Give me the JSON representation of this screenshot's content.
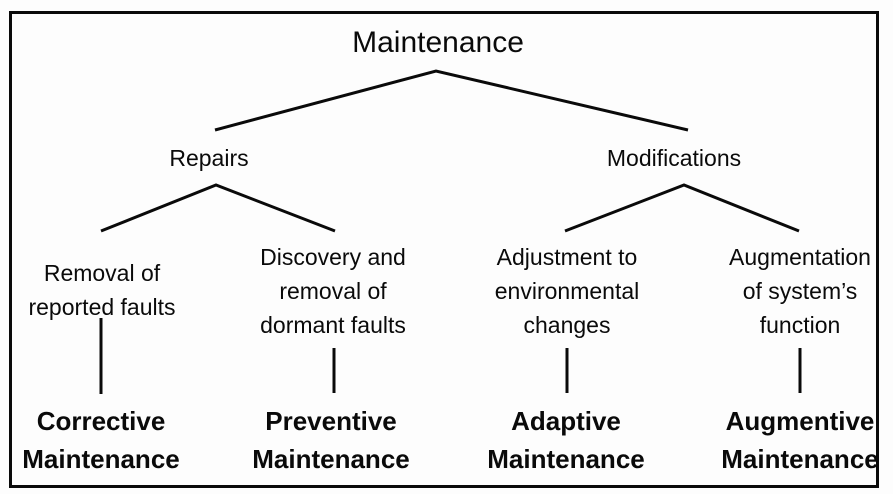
{
  "figure": {
    "background": "#fdfdfd",
    "line_color": "#0a0a0a",
    "text_color": "#0a0a0a"
  },
  "tree": {
    "root": "Maintenance",
    "level2": [
      "Repairs",
      "Modifications"
    ],
    "level3": [
      [
        "Removal of",
        "reported faults"
      ],
      [
        "Discovery and",
        "removal of",
        "dormant faults"
      ],
      [
        "Adjustment to",
        "environmental",
        "changes"
      ],
      [
        "Augmentation",
        "of system’s",
        "function"
      ]
    ],
    "level4": [
      [
        "Corrective",
        "Maintenance"
      ],
      [
        "Preventive",
        "Maintenance"
      ],
      [
        "Adaptive",
        "Maintenance"
      ],
      [
        "Augmentive",
        "Maintenance"
      ]
    ]
  }
}
